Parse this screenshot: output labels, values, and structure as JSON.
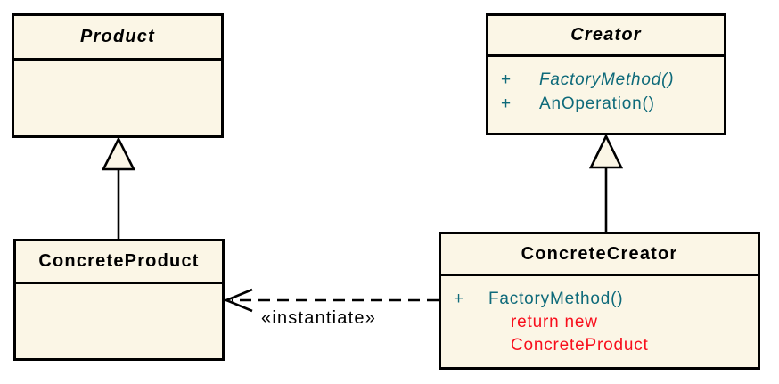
{
  "diagram": {
    "kind": "uml-class-diagram"
  },
  "colors": {
    "background": "#FFFFFF",
    "class_fill": "#FBF6E6",
    "border": "#000000",
    "method_text": "#0E6A7A",
    "code_note_text": "#F80E1C",
    "title_text": "#000000"
  },
  "classes": {
    "product": {
      "name": "Product",
      "abstract": true
    },
    "creator": {
      "name": "Creator",
      "abstract": true,
      "methods": [
        {
          "visibility": "+",
          "name": "FactoryMethod()",
          "abstract": true
        },
        {
          "visibility": "+",
          "name": "AnOperation()",
          "abstract": false
        }
      ]
    },
    "concrete_product": {
      "name": "ConcreteProduct",
      "abstract": false
    },
    "concrete_creator": {
      "name": "ConcreteCreator",
      "abstract": false,
      "methods": [
        {
          "visibility": "+",
          "name": "FactoryMethod()",
          "abstract": false
        }
      ],
      "notes": [
        "return new",
        "ConcreteProduct"
      ]
    }
  },
  "relationships": [
    {
      "from": "ConcreteProduct",
      "to": "Product",
      "type": "generalization",
      "label": ""
    },
    {
      "from": "ConcreteCreator",
      "to": "Creator",
      "type": "generalization",
      "label": ""
    },
    {
      "from": "ConcreteCreator",
      "to": "ConcreteProduct",
      "type": "dependency",
      "label": "«instantiate»"
    }
  ]
}
